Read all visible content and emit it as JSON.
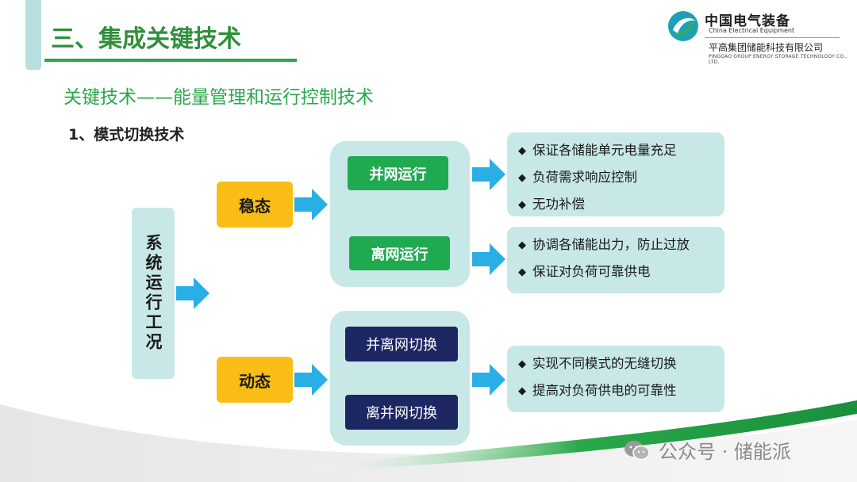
{
  "header": {
    "title": "三、集成关键技术"
  },
  "logo": {
    "name_cn": "中国电气装备",
    "name_en": "China Electrical Equipment",
    "company_cn": "平高集团储能科技有限公司",
    "company_en": "PINGGAO GROUP ENERGY STORAGE TECHNOLOGY CO., LTD."
  },
  "subtitle": "关键技术——能量管理和运行控制技术",
  "section": "1、模式切换技术",
  "diagram": {
    "root": "系统运行工况",
    "states": {
      "steady": "稳态",
      "dynamic": "动态"
    },
    "modes": {
      "grid_connected": "并网运行",
      "off_grid": "离网运行",
      "grid_to_off": "并离网切换",
      "off_to_grid": "离并网切换"
    },
    "bullet_symbol": "◆",
    "descriptions": {
      "grid_connected": [
        "保证各储能单元电量充足",
        "负荷需求响应控制",
        "无功补偿"
      ],
      "off_grid": [
        "协调各储能出力，防止过放",
        "保证对负荷可靠供电"
      ],
      "switching": [
        "实现不同模式的无缝切换",
        "提高对负荷供电的可靠性"
      ]
    }
  },
  "footer": {
    "watermark": "公众号 · 储能派"
  },
  "colors": {
    "brand_green": "#2aa84a",
    "light_teal": "#c8e8e8",
    "state_yellow": "#f9bd16",
    "mode_green": "#1faa4f",
    "mode_navy": "#1d2762",
    "arrow_blue": "#29aee6"
  }
}
